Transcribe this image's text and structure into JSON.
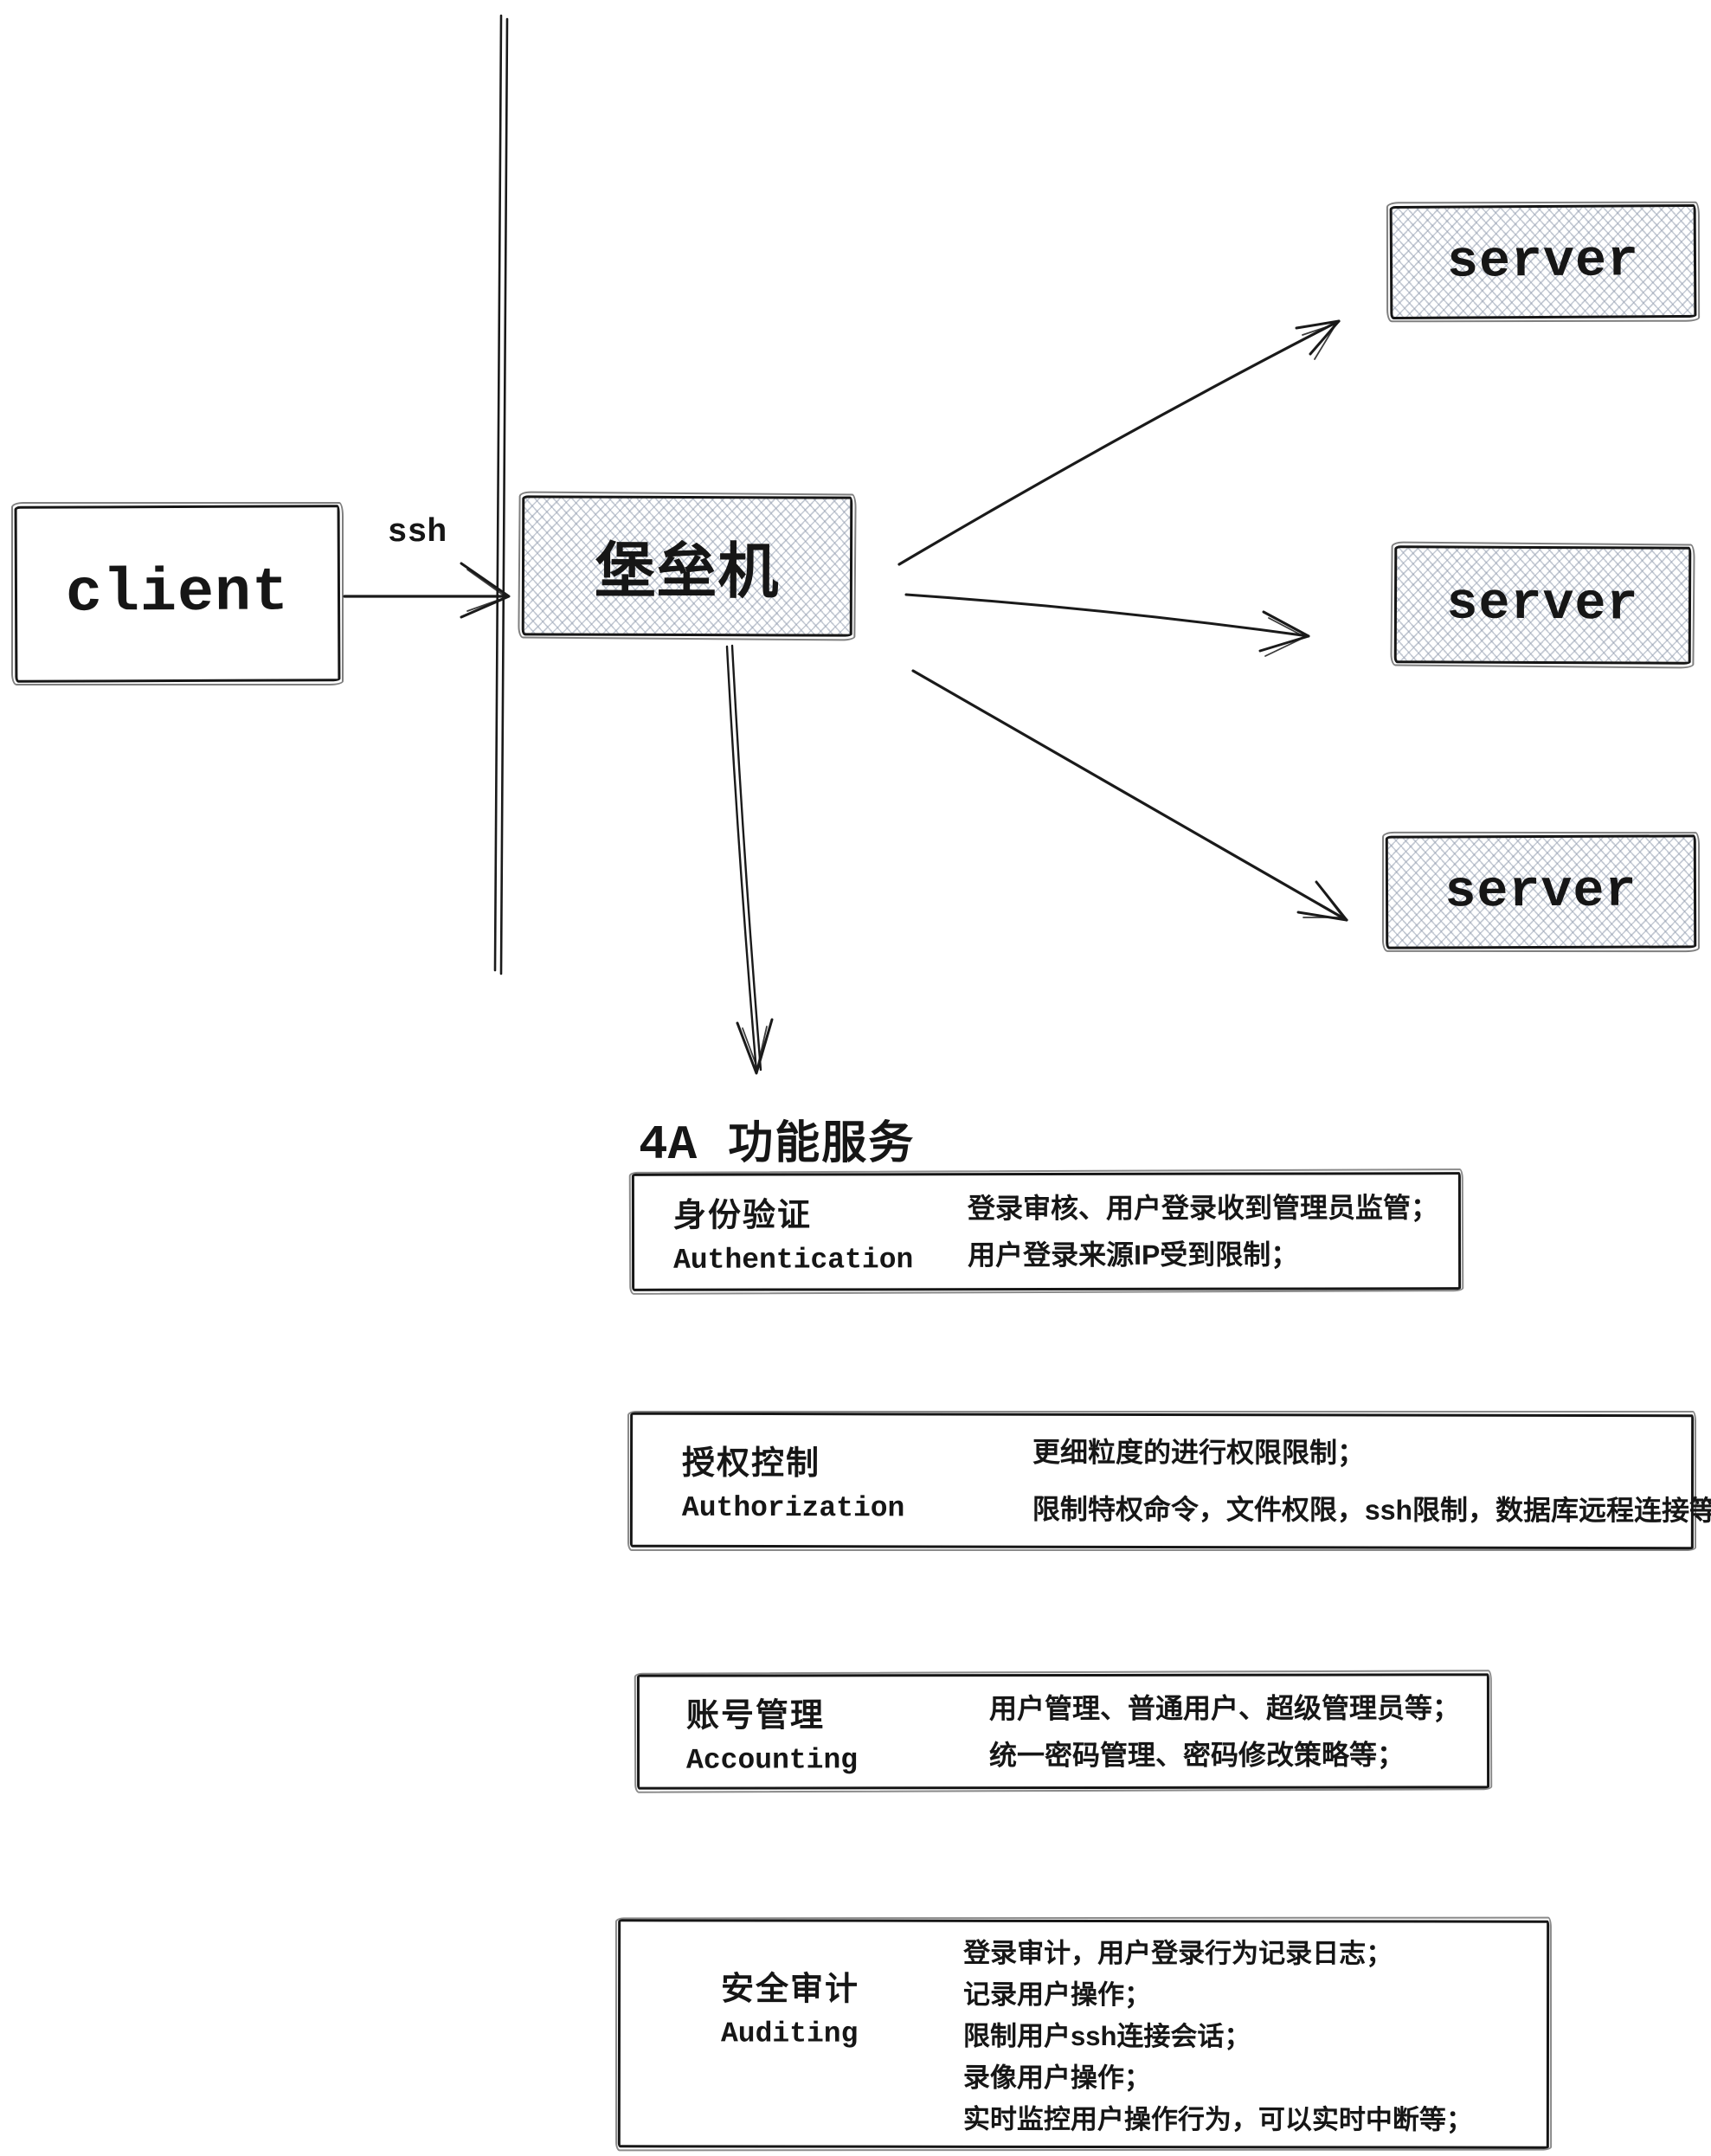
{
  "diagram": {
    "nodes": {
      "client": "client",
      "bastion": "堡垒机",
      "servers": [
        "server",
        "server",
        "server"
      ]
    },
    "edges": [
      {
        "from": "client",
        "to": "bastion",
        "label": "ssh"
      },
      {
        "from": "bastion",
        "to": "server-1",
        "label": ""
      },
      {
        "from": "bastion",
        "to": "server-2",
        "label": ""
      },
      {
        "from": "bastion",
        "to": "server-3",
        "label": ""
      },
      {
        "from": "bastion",
        "to": "4a-services",
        "label": ""
      }
    ],
    "section_title": {
      "code": "4A",
      "text": "功能服务"
    },
    "features": [
      {
        "name_zh": "身份验证",
        "name_en": "Authentication",
        "lines": [
          "登录审核、用户登录收到管理员监管；",
          "用户登录来源IP受到限制；"
        ]
      },
      {
        "name_zh": "授权控制",
        "name_en": "Authorization",
        "lines": [
          "更细粒度的进行权限限制；",
          "限制特权命令，文件权限，ssh限制，数据库远程连接等；"
        ]
      },
      {
        "name_zh": "账号管理",
        "name_en": "Accounting",
        "lines": [
          "用户管理、普通用户、超级管理员等；",
          "统一密码管理、密码修改策略等；"
        ]
      },
      {
        "name_zh": "安全审计",
        "name_en": "Auditing",
        "lines": [
          "登录审计，用户登录行为记录日志；",
          "记录用户操作；",
          "限制用户ssh连接会话；",
          "录像用户操作；",
          "实时监控用户操作行为，可以实时中断等；"
        ]
      }
    ],
    "colors": {
      "stroke": "#1a1a1a",
      "hatch": "#99a3b4",
      "background": "#ffffff"
    }
  }
}
